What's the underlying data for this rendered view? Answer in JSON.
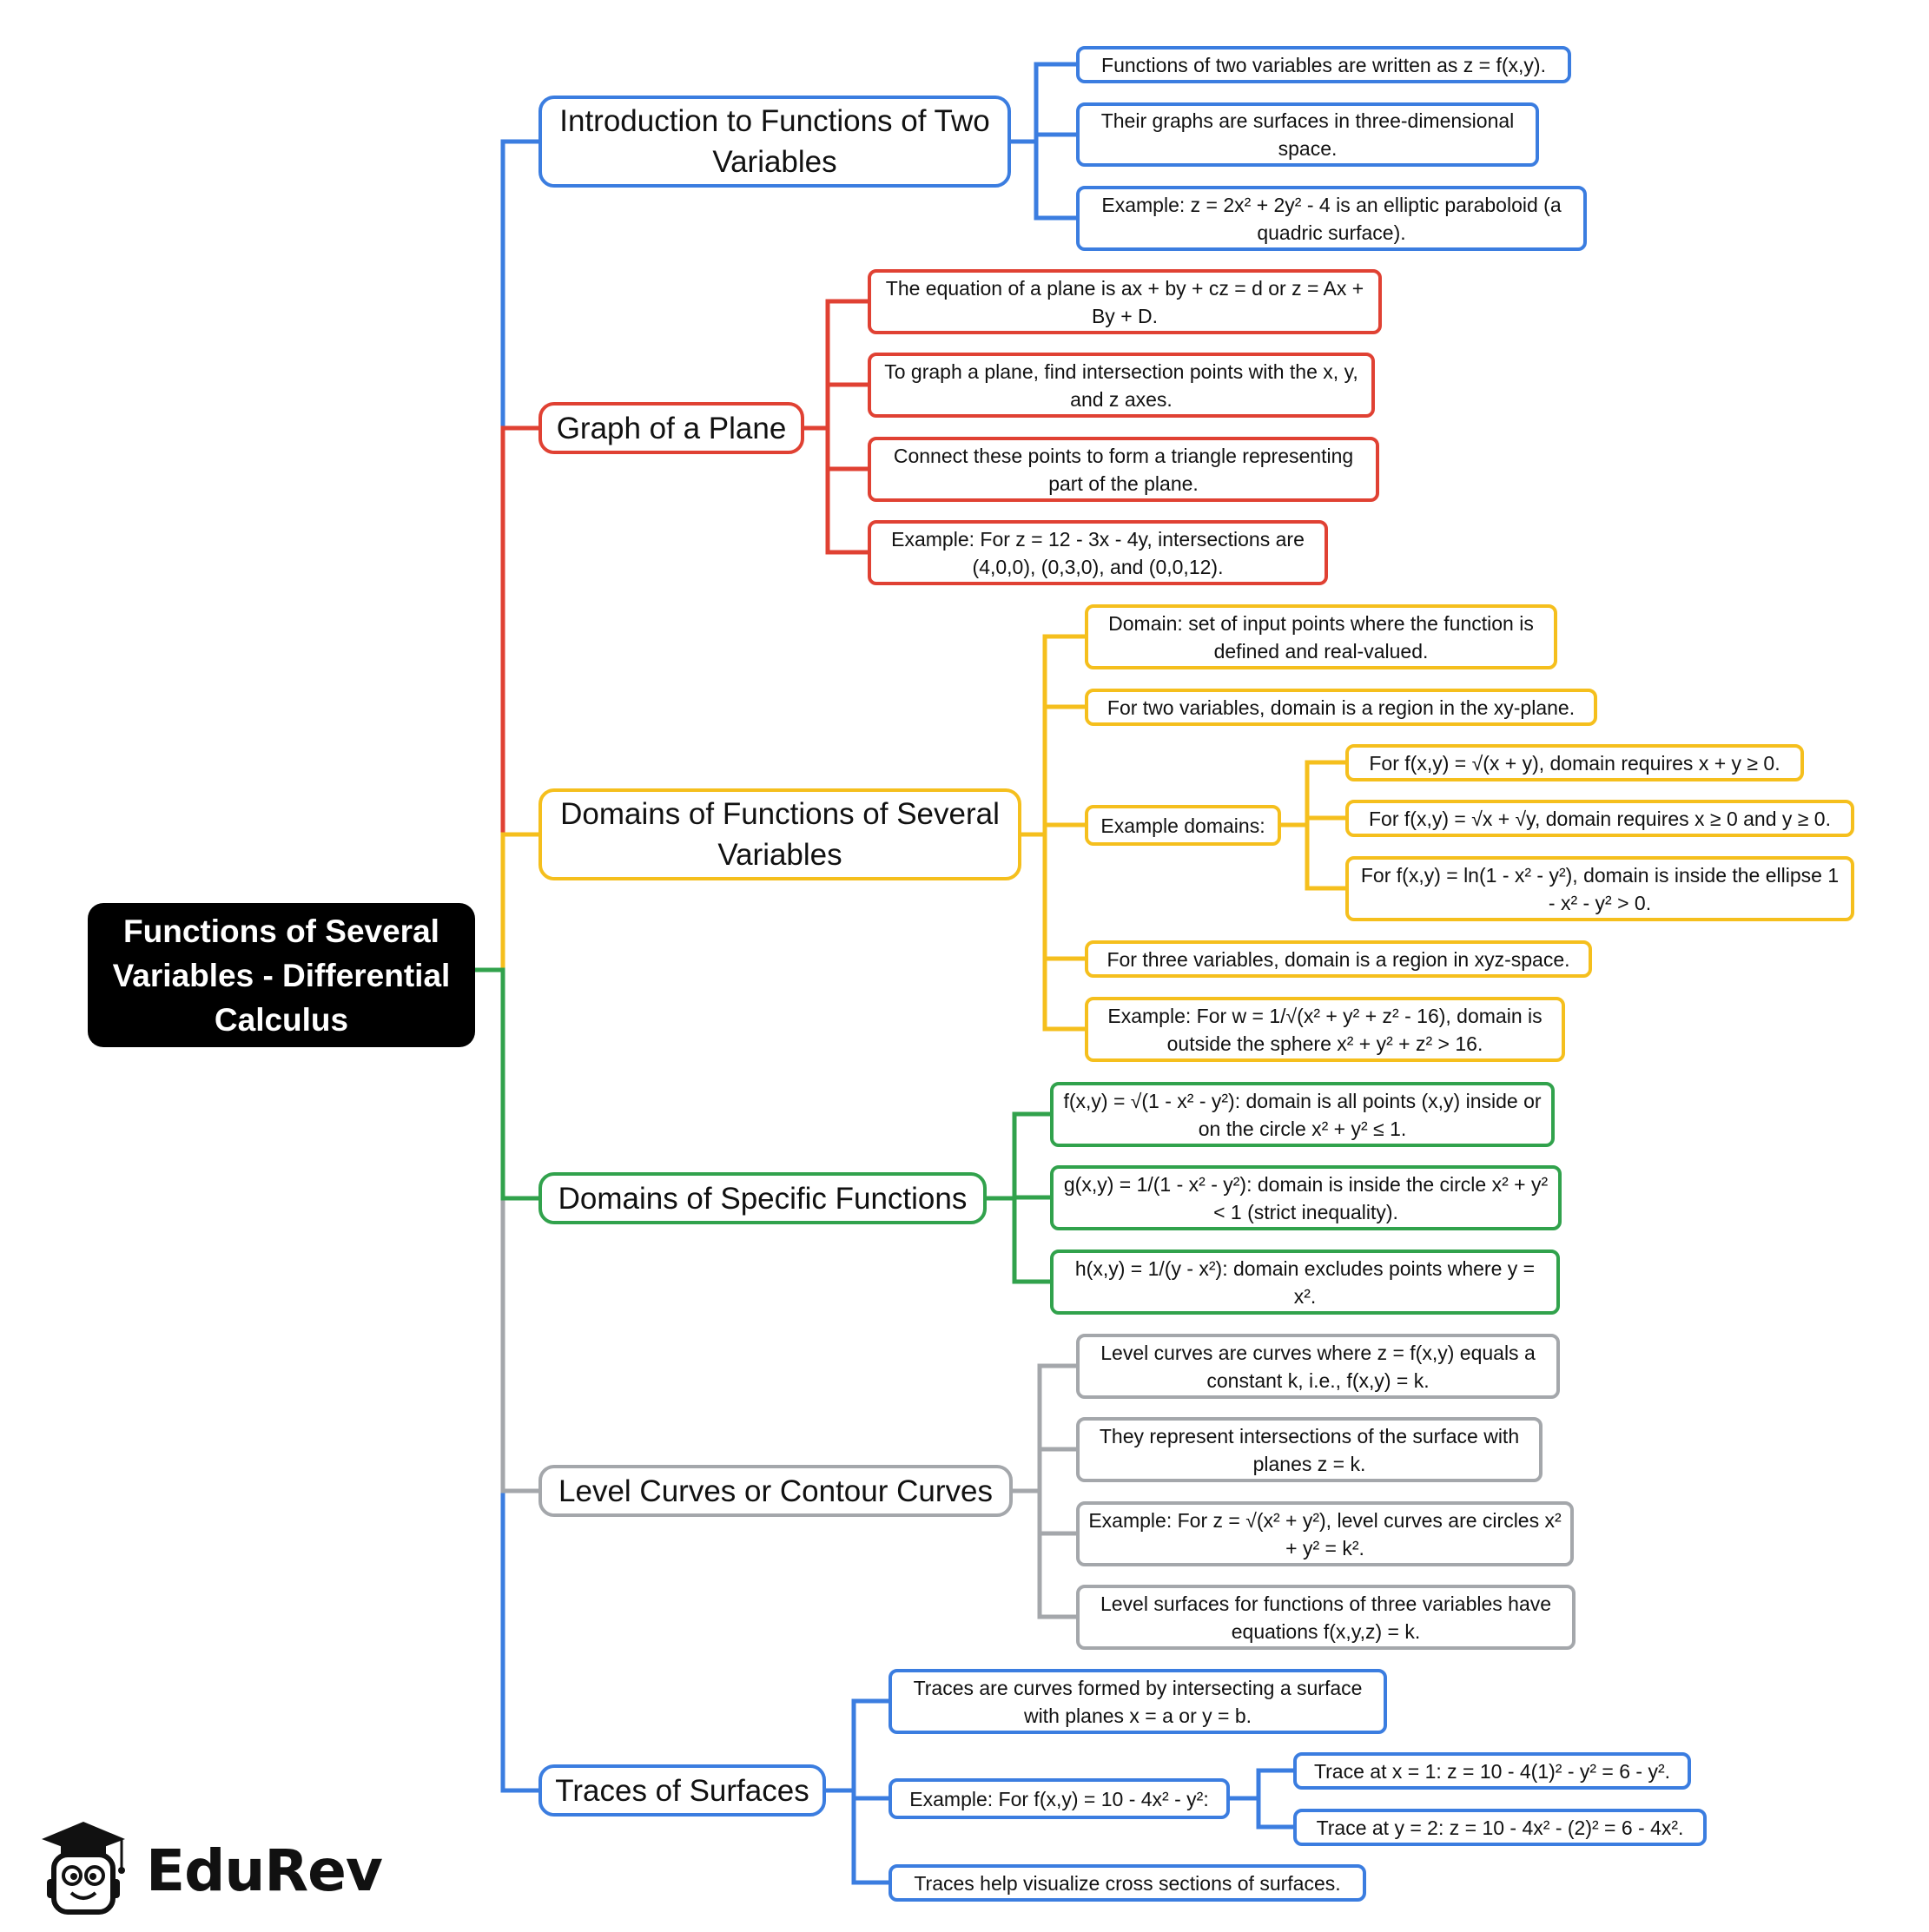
{
  "root": {
    "label": "Functions of Several Variables - Differential Calculus"
  },
  "colors": {
    "blue": "#3b7de0",
    "red": "#e04133",
    "yellow": "#f5bf1d",
    "green": "#31a24c",
    "gray": "#a4a7ab",
    "root_bg": "#000000"
  },
  "branches": [
    {
      "label": "Introduction to Functions of Two Variables",
      "color": "blue",
      "children": [
        {
          "label": "Functions of two variables are written as z = f(x,y)."
        },
        {
          "label": "Their graphs are surfaces in three-dimensional space."
        },
        {
          "label": "Example: z = 2x² + 2y² - 4 is an elliptic paraboloid (a quadric surface)."
        }
      ]
    },
    {
      "label": "Graph of a Plane",
      "color": "red",
      "children": [
        {
          "label": "The equation of a plane is ax + by + cz = d or z = Ax + By + D."
        },
        {
          "label": "To graph a plane, find intersection points with the x, y, and z axes."
        },
        {
          "label": "Connect these points to form a triangle representing part of the plane."
        },
        {
          "label": "Example: For z = 12 - 3x - 4y, intersections are (4,0,0), (0,3,0), and (0,0,12)."
        }
      ]
    },
    {
      "label": "Domains of Functions of Several Variables",
      "color": "yellow",
      "children": [
        {
          "label": "Domain: set of input points where the function is defined and real-valued."
        },
        {
          "label": "For two variables, domain is a region in the xy-plane."
        },
        {
          "label": "Example domains:",
          "children": [
            {
              "label": "For f(x,y) = √(x + y), domain requires x + y ≥ 0."
            },
            {
              "label": "For f(x,y) = √x + √y, domain requires x ≥ 0 and y ≥ 0."
            },
            {
              "label": "For f(x,y) = ln(1 - x² - y²), domain is inside the ellipse 1 - x² - y² > 0."
            }
          ]
        },
        {
          "label": "For three variables, domain is a region in xyz-space."
        },
        {
          "label": "Example: For w = 1/√(x² + y² + z² - 16), domain is outside the sphere x² + y² + z² > 16."
        }
      ]
    },
    {
      "label": "Domains of Specific Functions",
      "color": "green",
      "children": [
        {
          "label": "f(x,y) = √(1 - x² - y²): domain is all points (x,y) inside or on the circle x² + y² ≤ 1."
        },
        {
          "label": "g(x,y) = 1/(1 - x² - y²): domain is inside the circle x² + y² < 1 (strict inequality)."
        },
        {
          "label": "h(x,y) = 1/(y - x²): domain excludes points where y = x²."
        }
      ]
    },
    {
      "label": "Level Curves or Contour Curves",
      "color": "gray",
      "children": [
        {
          "label": "Level curves are curves where z = f(x,y) equals a constant k, i.e., f(x,y) = k."
        },
        {
          "label": "They represent intersections of the surface with planes z = k."
        },
        {
          "label": "Example: For z = √(x² + y²), level curves are circles x² + y² = k²."
        },
        {
          "label": "Level surfaces for functions of three variables have equations f(x,y,z) = k."
        }
      ]
    },
    {
      "label": "Traces of Surfaces",
      "color": "blue",
      "children": [
        {
          "label": "Traces are curves formed by intersecting a surface with planes x = a or y = b."
        },
        {
          "label": "Example: For f(x,y) = 10 - 4x² - y²:",
          "children": [
            {
              "label": "Trace at x = 1: z = 10 - 4(1)² - y² = 6 - y²."
            },
            {
              "label": "Trace at y = 2: z = 10 - 4x² - (2)² = 6 - 4x²."
            }
          ]
        },
        {
          "label": "Traces help visualize cross sections of surfaces."
        }
      ]
    }
  ],
  "logo": {
    "text": "EduRev",
    "icon": "graduation-cap-mascot-icon"
  }
}
